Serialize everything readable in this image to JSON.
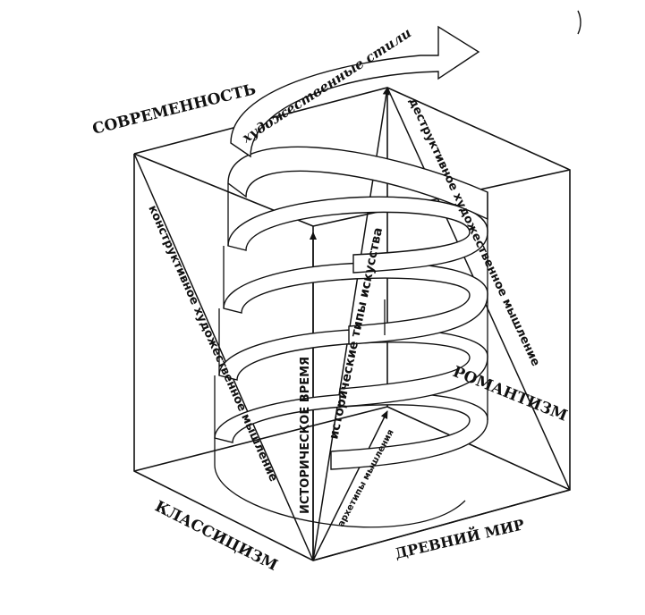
{
  "labels": {
    "sovremennost": "СОВРЕМЕННОСТЬ",
    "klassicizm": "КЛАССИЦИЗМ",
    "drevniy_mir": "ДРЕВНИЙ МИР",
    "romantizm": "РОМАНТИЗМ",
    "khud_stili": "художественные стили",
    "konstruktivnoe": "конструктивное художественное мышление",
    "destruktivnoe": "деструктивное художественное мышление",
    "istoricheskoe_vremya": "ИСТОРИЧЕСКОЕ ВРЕМЯ",
    "istoricheskie_tipy": "исторические типы искусства",
    "arkhetipy": "архетипы мышления"
  }
}
